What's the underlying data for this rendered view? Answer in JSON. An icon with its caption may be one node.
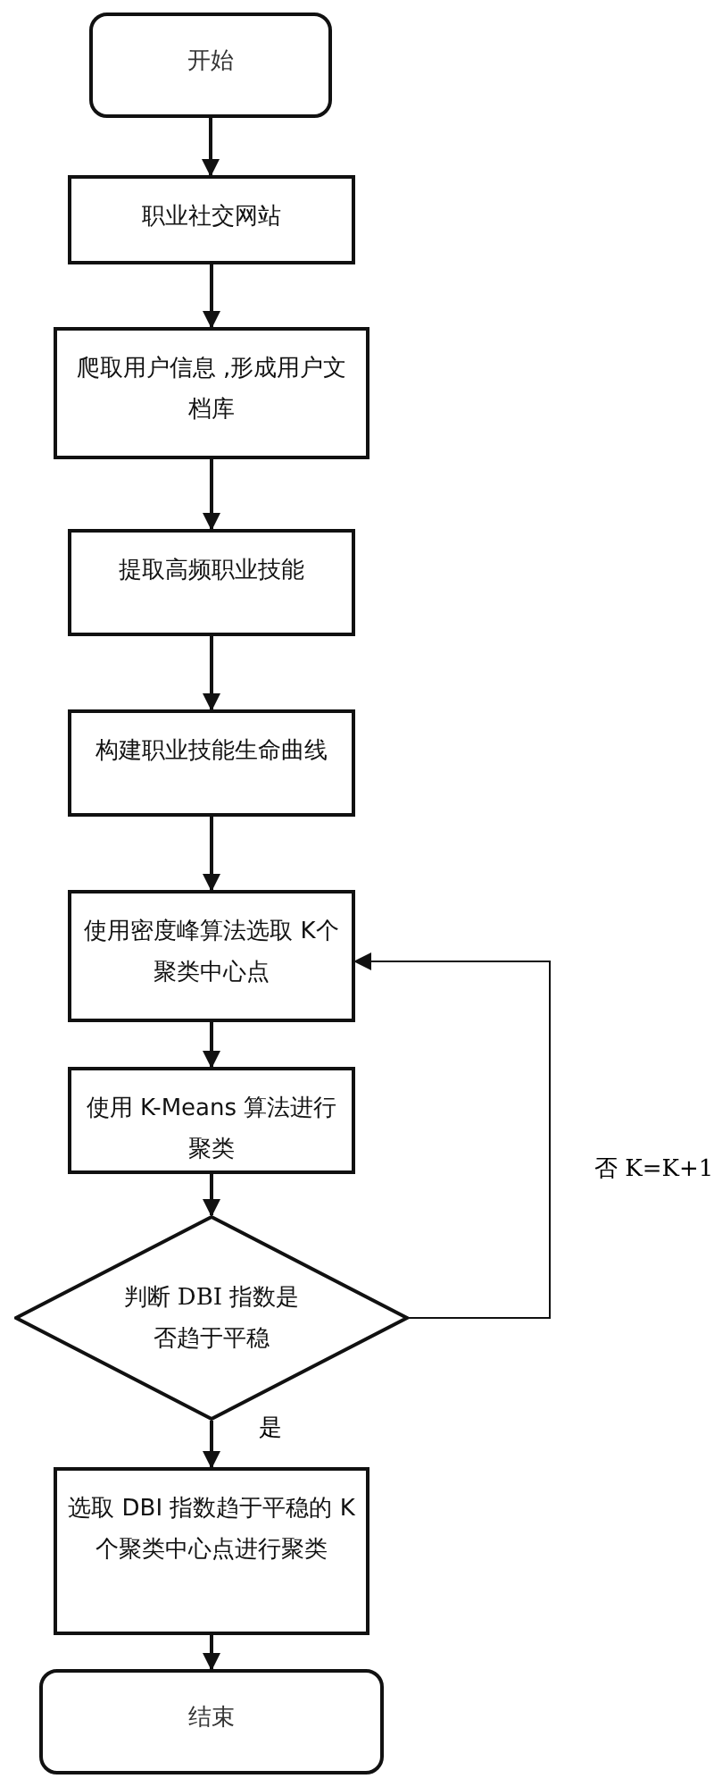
{
  "diagram": {
    "nodes": [
      {
        "text": [
          "开始"
        ]
      },
      {
        "text": [
          "职业社交网站"
        ]
      },
      {
        "text": [
          "爬取用户信息 ,形成用户文档库"
        ]
      },
      {
        "text": [
          "提取高频职业技能"
        ]
      },
      {
        "text": [
          "构建职业技能生命曲线"
        ]
      },
      {
        "text": [
          "使用密度峰算法选取 K个聚类中心点"
        ]
      },
      {
        "text": [
          "使用 K-Means 算法进行聚类"
        ]
      },
      {
        "text": [
          "判断 DBI 指数是否趋于平稳"
        ]
      },
      {
        "text": [
          "选取 DBI 指数趋于平稳的 K个聚类中心点进行聚类"
        ]
      },
      {
        "text": [
          "结束"
        ]
      }
    ],
    "edges": [
      {
        "from": 0,
        "to": 1,
        "arrow": "to"
      },
      {
        "from": 1,
        "to": 2,
        "arrow": "to"
      },
      {
        "from": 2,
        "to": 3,
        "arrow": "to"
      },
      {
        "from": 3,
        "to": 4,
        "arrow": "to"
      },
      {
        "from": 4,
        "to": 5,
        "arrow": "to"
      },
      {
        "from": 5,
        "to": 6,
        "arrow": "to"
      },
      {
        "from": 6,
        "to": 7,
        "arrow": "to"
      },
      {
        "from": 7,
        "to": 5,
        "arrow": "to",
        "label": "否 K=K+1"
      },
      {
        "from": 7,
        "to": 8,
        "arrow": "to",
        "label": "是"
      },
      {
        "from": 8,
        "to": 9,
        "arrow": "to"
      }
    ]
  }
}
